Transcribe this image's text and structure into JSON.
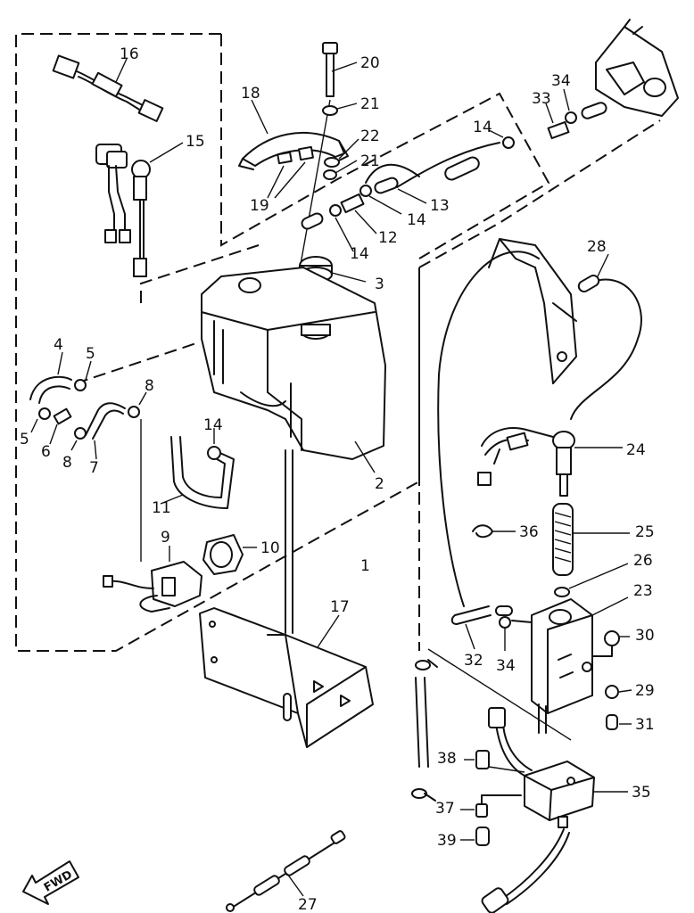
{
  "callouts": [
    {
      "id": "c1",
      "text": "1"
    },
    {
      "id": "c2",
      "text": "2"
    },
    {
      "id": "c3",
      "text": "3"
    },
    {
      "id": "c4",
      "text": "4"
    },
    {
      "id": "c5a",
      "text": "5"
    },
    {
      "id": "c5b",
      "text": "5"
    },
    {
      "id": "c6",
      "text": "6"
    },
    {
      "id": "c7",
      "text": "7"
    },
    {
      "id": "c8a",
      "text": "8"
    },
    {
      "id": "c8b",
      "text": "8"
    },
    {
      "id": "c9",
      "text": "9"
    },
    {
      "id": "c10",
      "text": "10"
    },
    {
      "id": "c11",
      "text": "11"
    },
    {
      "id": "c12",
      "text": "12"
    },
    {
      "id": "c13",
      "text": "13"
    },
    {
      "id": "c14a",
      "text": "14"
    },
    {
      "id": "c14b",
      "text": "14"
    },
    {
      "id": "c14c",
      "text": "14"
    },
    {
      "id": "c14d",
      "text": "14"
    },
    {
      "id": "c15",
      "text": "15"
    },
    {
      "id": "c16",
      "text": "16"
    },
    {
      "id": "c17",
      "text": "17"
    },
    {
      "id": "c18",
      "text": "18"
    },
    {
      "id": "c19",
      "text": "19"
    },
    {
      "id": "c20",
      "text": "20"
    },
    {
      "id": "c21a",
      "text": "21"
    },
    {
      "id": "c21b",
      "text": "21"
    },
    {
      "id": "c22",
      "text": "22"
    },
    {
      "id": "c23",
      "text": "23"
    },
    {
      "id": "c24",
      "text": "24"
    },
    {
      "id": "c25",
      "text": "25"
    },
    {
      "id": "c26",
      "text": "26"
    },
    {
      "id": "c27",
      "text": "27"
    },
    {
      "id": "c28",
      "text": "28"
    },
    {
      "id": "c29",
      "text": "29"
    },
    {
      "id": "c30",
      "text": "30"
    },
    {
      "id": "c31",
      "text": "31"
    },
    {
      "id": "c32",
      "text": "32"
    },
    {
      "id": "c33",
      "text": "33"
    },
    {
      "id": "c34a",
      "text": "34"
    },
    {
      "id": "c34b",
      "text": "34"
    },
    {
      "id": "c35",
      "text": "35"
    },
    {
      "id": "c36",
      "text": "36"
    },
    {
      "id": "c37",
      "text": "37"
    },
    {
      "id": "c38",
      "text": "38"
    },
    {
      "id": "c39",
      "text": "39"
    }
  ],
  "fwd_label": "FWD",
  "colors": {
    "ink": "#111111",
    "paper": "#ffffff"
  }
}
